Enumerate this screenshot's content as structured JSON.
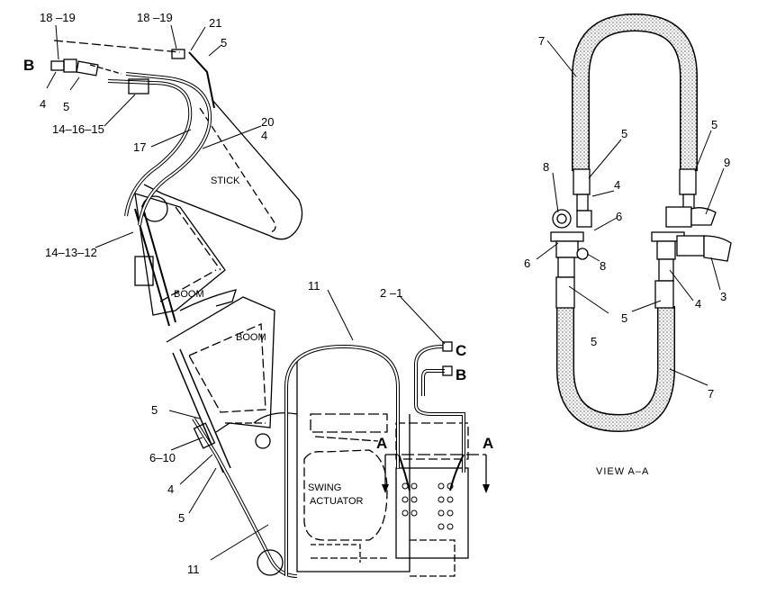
{
  "labels": {
    "c18_19_a": "18 –19",
    "c18_19_b": "18 –19",
    "c21": "21",
    "c5_top": "5",
    "cB_top": "B",
    "c4_left": "4",
    "c5_left": "5",
    "c14_16_15": "14–16–15",
    "c20": "20",
    "c4_mid": "4",
    "c17": "17",
    "c14_13_12": "14–13–12",
    "c11_top": "11",
    "c2_1": "2 –1",
    "cC": "C",
    "cB_right": "B",
    "cA_left": "A",
    "cA_right": "A",
    "c5_lower": "5",
    "c6_10": "6–10",
    "c4_lower": "4",
    "c5_bottom": "5",
    "c11_bottom": "11",
    "v7_top": "7",
    "v5_a": "5",
    "v5_b": "5",
    "v8_a": "8",
    "v4_a": "4",
    "v9": "9",
    "v6_a": "6",
    "v6_b": "6",
    "v8_b": "8",
    "v5_c": "5",
    "v4_b": "4",
    "v3": "3",
    "v5_d": "5",
    "v7_bottom": "7"
  },
  "parts": {
    "stick": "STICK",
    "boom_upper": "BOOM",
    "boom_lower": "BOOM",
    "swing_line1": "SWING",
    "swing_line2": "ACTUATOR"
  },
  "view_caption": "VIEW A–A"
}
